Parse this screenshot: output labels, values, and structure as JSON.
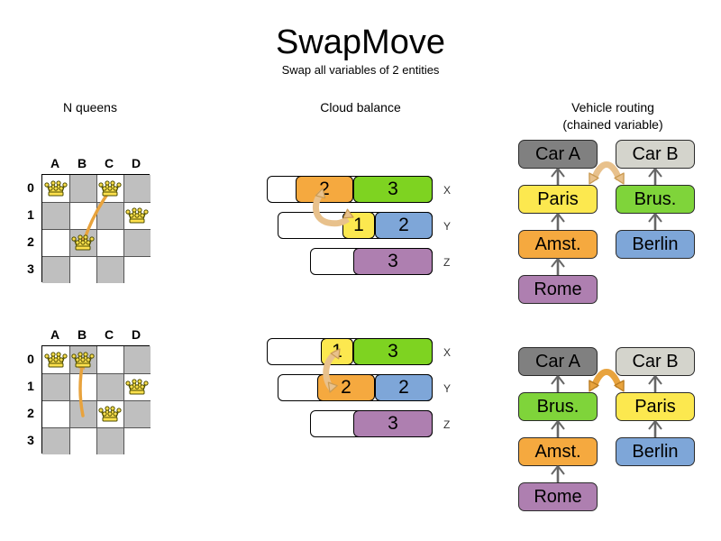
{
  "header": {
    "title": "SwapMove",
    "subtitle": "Swap all variables of 2 entities"
  },
  "sections": {
    "nqueens": {
      "heading": "N queens"
    },
    "cloud": {
      "heading": "Cloud balance"
    },
    "routing": {
      "heading_line1": "Vehicle routing",
      "heading_line2": "(chained variable)"
    }
  },
  "colors": {
    "orange": "#F5A93F",
    "green": "#7ED321",
    "green_box": "#7FD43A",
    "yellow": "#FCE84F",
    "blue": "#7EA6D8",
    "purple": "#AE7FB0",
    "gray_dark": "#808080",
    "gray_light": "#D4D4CC",
    "board_dark": "#BFBFBF",
    "board_light": "#FFFFFF",
    "arrow_light": "#E8C18C",
    "arrow_strong": "#E8A33D",
    "queen_gold": "#FFE14D"
  },
  "nqueens": {
    "col_labels": [
      "A",
      "B",
      "C",
      "D"
    ],
    "row_labels": [
      "0",
      "1",
      "2",
      "3"
    ],
    "before": {
      "queens": [
        {
          "col": 0,
          "row": 0
        },
        {
          "col": 2,
          "row": 0
        },
        {
          "col": 3,
          "row": 1
        },
        {
          "col": 1,
          "row": 2
        }
      ],
      "move_from": {
        "col": 2,
        "row": 0
      },
      "move_to": {
        "col": 1,
        "row": 2
      }
    },
    "after": {
      "queens": [
        {
          "col": 0,
          "row": 0
        },
        {
          "col": 1,
          "row": 0
        },
        {
          "col": 3,
          "row": 1
        },
        {
          "col": 2,
          "row": 2
        }
      ],
      "move_from": {
        "col": 1,
        "row": 2
      },
      "move_to": {
        "col": 1,
        "row": 0
      }
    }
  },
  "cloud_data": {
    "before": [
      {
        "label": "X",
        "segments": [
          {
            "value": "2",
            "color": "#F5A93F",
            "width": 64
          },
          {
            "value": "3",
            "color": "#7ED321",
            "width": 88
          }
        ],
        "empty_width": 32
      },
      {
        "label": "Y",
        "segments": [
          {
            "value": "1",
            "color": "#FCE84F",
            "width": 36
          },
          {
            "value": "2",
            "color": "#7EA6D8",
            "width": 64
          }
        ],
        "empty_width": 72
      },
      {
        "label": "Z",
        "segments": [
          {
            "value": "3",
            "color": "#AE7FB0",
            "width": 88
          }
        ],
        "empty_width": 48
      }
    ],
    "after": [
      {
        "label": "X",
        "segments": [
          {
            "value": "1",
            "color": "#FCE84F",
            "width": 36
          },
          {
            "value": "3",
            "color": "#7ED321",
            "width": 88
          }
        ],
        "empty_width": 60
      },
      {
        "label": "Y",
        "segments": [
          {
            "value": "2",
            "color": "#F5A93F",
            "width": 64
          },
          {
            "value": "2",
            "color": "#7EA6D8",
            "width": 64
          }
        ],
        "empty_width": 44
      },
      {
        "label": "Z",
        "segments": [
          {
            "value": "3",
            "color": "#AE7FB0",
            "width": 88
          }
        ],
        "empty_width": 48
      }
    ]
  },
  "routing_data": {
    "before": {
      "vehicles": [
        {
          "name": "Car A",
          "color": "#808080"
        },
        {
          "name": "Car B",
          "color": "#D4D4CC"
        }
      ],
      "chain_a": [
        {
          "name": "Paris",
          "color": "#FCE84F"
        },
        {
          "name": "Amst.",
          "color": "#F5A93F"
        },
        {
          "name": "Rome",
          "color": "#AE7FB0"
        }
      ],
      "chain_b": [
        {
          "name": "Brus.",
          "color": "#7FD43A"
        },
        {
          "name": "Berlin",
          "color": "#7EA6D8"
        }
      ]
    },
    "after": {
      "vehicles": [
        {
          "name": "Car A",
          "color": "#808080"
        },
        {
          "name": "Car B",
          "color": "#D4D4CC"
        }
      ],
      "chain_a": [
        {
          "name": "Brus.",
          "color": "#7FD43A"
        },
        {
          "name": "Amst.",
          "color": "#F5A93F"
        },
        {
          "name": "Rome",
          "color": "#AE7FB0"
        }
      ],
      "chain_b": [
        {
          "name": "Paris",
          "color": "#FCE84F"
        },
        {
          "name": "Berlin",
          "color": "#7EA6D8"
        }
      ]
    }
  }
}
